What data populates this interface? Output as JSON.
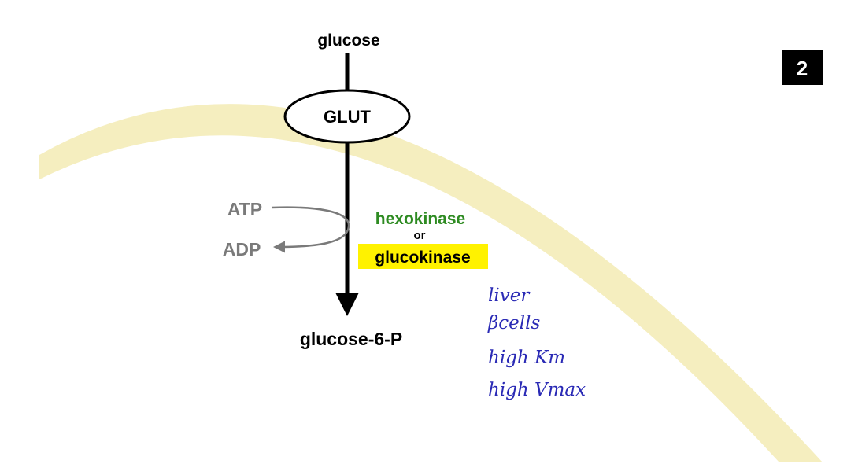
{
  "slide": {
    "number": "2"
  },
  "pathway": {
    "substrate": "glucose",
    "transporter": "GLUT",
    "product": "glucose-6-P",
    "cofactor_in": "ATP",
    "cofactor_out": "ADP",
    "enzyme_1": "hexokinase",
    "connector": "or",
    "enzyme_2": "glucokinase"
  },
  "notes": {
    "lines": [
      "liver",
      "βcells",
      "high Km",
      "high Vmax"
    ]
  },
  "colors": {
    "membrane": "#f5eebf",
    "enzyme_1": "#2e8b22",
    "highlight": "#fff200",
    "cofactor": "#7a7a7a",
    "handwriting": "#2a2ab5",
    "badge_bg": "#000000",
    "badge_fg": "#ffffff"
  }
}
